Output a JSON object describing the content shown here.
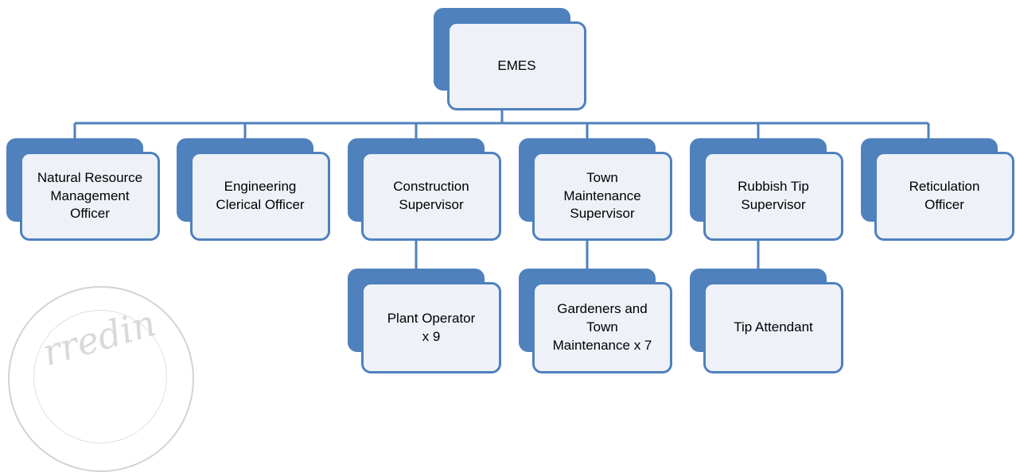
{
  "colors": {
    "connector": "#4f81bd",
    "box_back": "#4f81bd",
    "box_fill": "#eef2f8",
    "box_border": "#4f81bd"
  },
  "org": {
    "root": "EMES",
    "level1": [
      "Natural Resource\nManagement\nOfficer",
      "Engineering\nClerical Officer",
      "Construction\nSupervisor",
      "Town\nMaintenance\nSupervisor",
      "Rubbish Tip\nSupervisor",
      "Reticulation\nOfficer"
    ],
    "level2": [
      "Plant Operator\nx 9",
      "Gardeners and\nTown\nMaintenance x 7",
      "Tip Attendant"
    ]
  },
  "watermark": {
    "text": "rredin"
  }
}
